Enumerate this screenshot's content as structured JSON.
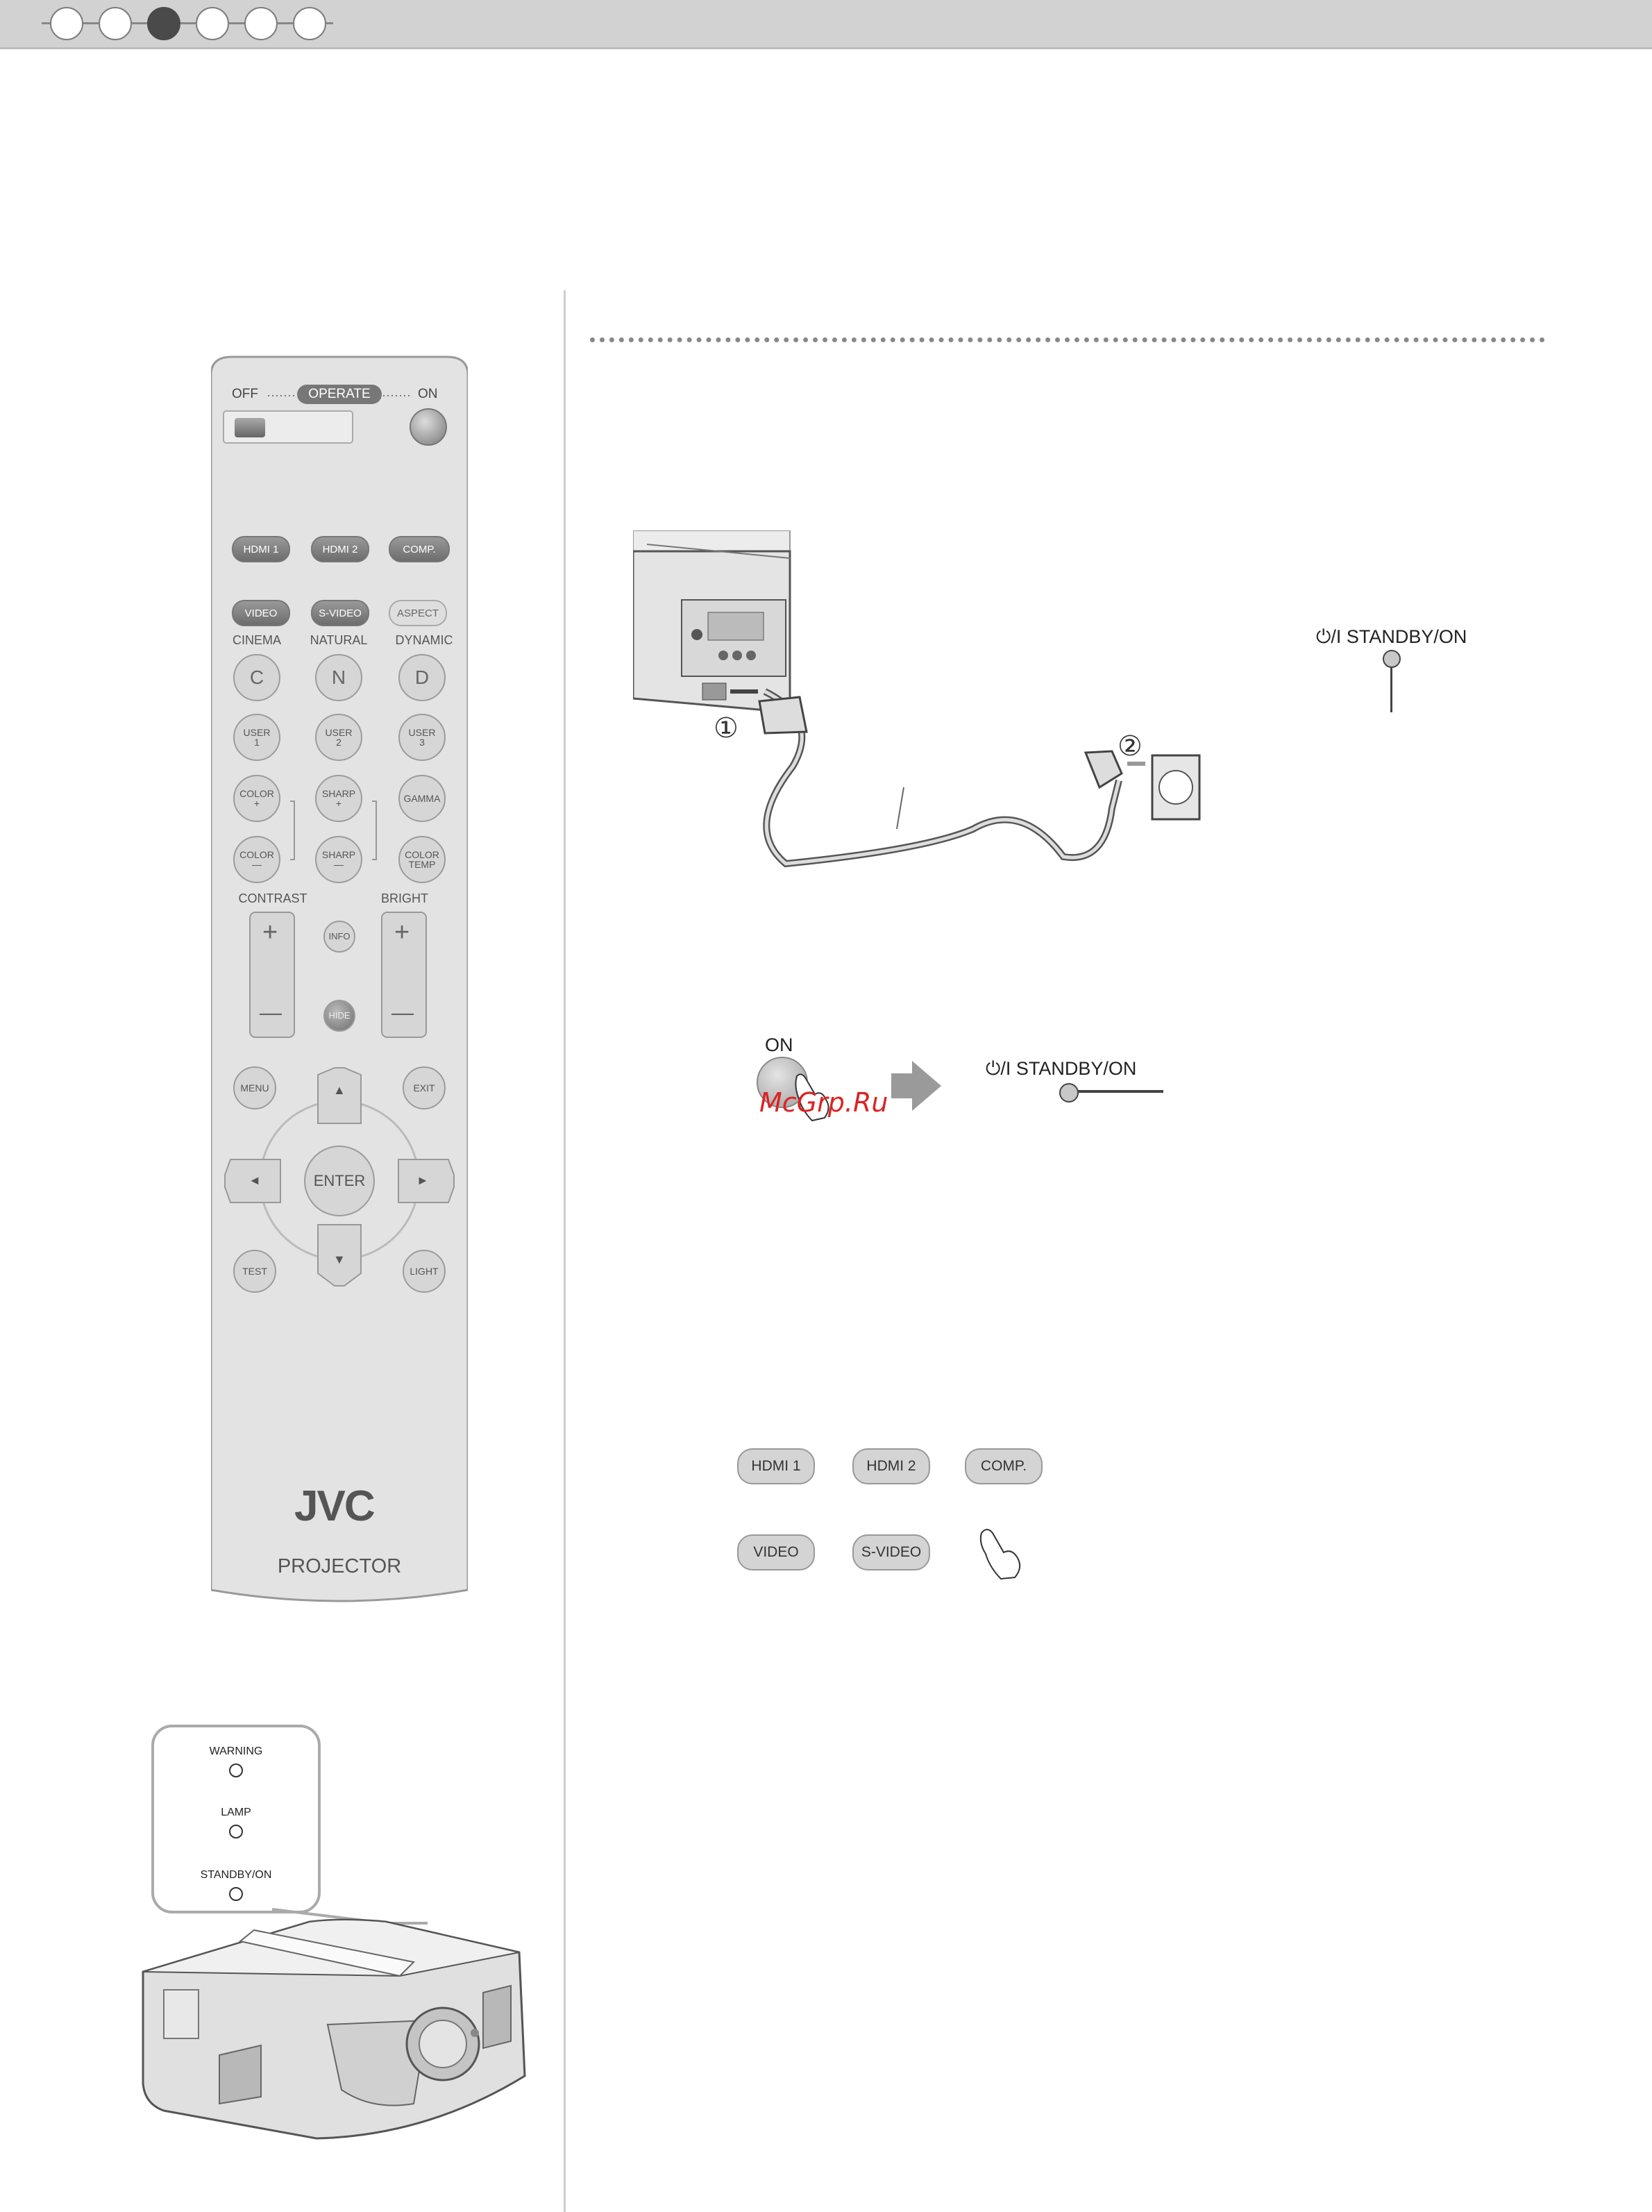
{
  "header": {
    "steps": [
      {
        "active": false
      },
      {
        "active": false
      },
      {
        "active": true
      },
      {
        "active": false
      },
      {
        "active": false
      },
      {
        "active": false
      }
    ]
  },
  "remote": {
    "operate_off": "OFF",
    "operate_label": "OPERATE",
    "operate_on": "ON",
    "row1": [
      "HDMI 1",
      "HDMI 2",
      "COMP."
    ],
    "row2": [
      "VIDEO",
      "S-VIDEO",
      "ASPECT"
    ],
    "picture_mode_labels": [
      "CINEMA",
      "NATURAL",
      "DYNAMIC"
    ],
    "picture_mode_buttons": [
      "C",
      "N",
      "D"
    ],
    "user_buttons": [
      {
        "line1": "USER",
        "line2": "1"
      },
      {
        "line1": "USER",
        "line2": "2"
      },
      {
        "line1": "USER",
        "line2": "3"
      }
    ],
    "color_plus": {
      "line1": "COLOR",
      "line2": "+"
    },
    "sharp_plus": {
      "line1": "SHARP",
      "line2": "+"
    },
    "gamma": "GAMMA",
    "color_minus": {
      "line1": "COLOR",
      "line2": "—"
    },
    "sharp_minus": {
      "line1": "SHARP",
      "line2": "—"
    },
    "color_temp": {
      "line1": "COLOR",
      "line2": "TEMP"
    },
    "contrast_label": "CONTRAST",
    "bright_label": "BRIGHT",
    "plus": "+",
    "minus": "—",
    "info": "INFO",
    "hide": "HIDE",
    "menu": "MENU",
    "exit": "EXIT",
    "enter": "ENTER",
    "up": "▲",
    "down": "▼",
    "left": "◄",
    "right": "►",
    "test": "TEST",
    "light": "LIGHT",
    "brand": "JVC",
    "model": "PROJECTOR"
  },
  "indicator_panel": {
    "warning": "WARNING",
    "lamp": "LAMP",
    "standby": "STANDBY/ON"
  },
  "step1": {
    "marker1": "①",
    "marker2": "②",
    "standby_label": "⏻/I  STANDBY/ON"
  },
  "step2": {
    "on_label": "ON",
    "standby_label": "⏻/I  STANDBY/ON",
    "watermark": "McGrp.Ru"
  },
  "step3": {
    "row1": [
      "HDMI 1",
      "HDMI 2",
      "COMP."
    ],
    "row2": [
      "VIDEO",
      "S-VIDEO"
    ]
  }
}
